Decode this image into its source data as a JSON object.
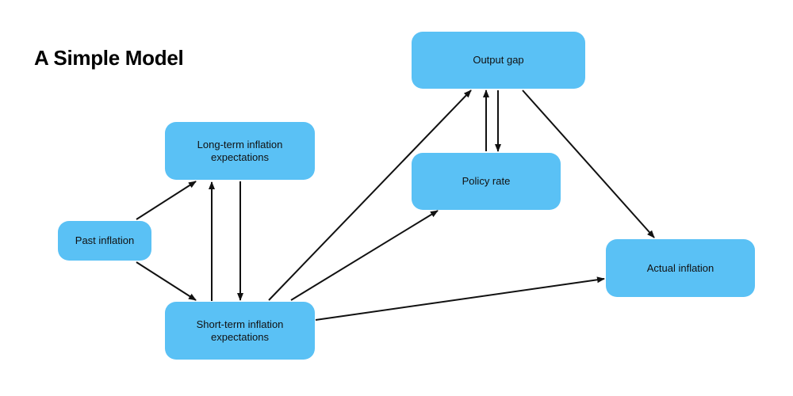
{
  "title": "A Simple Model",
  "colors": {
    "node_fill": "#5ac1f5",
    "edge": "#111111"
  },
  "nodes": {
    "output_gap": "Output gap",
    "long_term": "Long-term inflation\nexpectations",
    "policy_rate": "Policy rate",
    "past_inflation": "Past inflation",
    "actual_inflation": "Actual inflation",
    "short_term": "Short-term inflation\nexpectations"
  },
  "edges": [
    {
      "from": "past_inflation",
      "to": "long_term"
    },
    {
      "from": "past_inflation",
      "to": "short_term"
    },
    {
      "from": "short_term",
      "to": "long_term"
    },
    {
      "from": "long_term",
      "to": "short_term"
    },
    {
      "from": "short_term",
      "to": "output_gap"
    },
    {
      "from": "short_term",
      "to": "policy_rate"
    },
    {
      "from": "short_term",
      "to": "actual_inflation"
    },
    {
      "from": "policy_rate",
      "to": "output_gap"
    },
    {
      "from": "output_gap",
      "to": "policy_rate"
    },
    {
      "from": "output_gap",
      "to": "actual_inflation"
    }
  ]
}
